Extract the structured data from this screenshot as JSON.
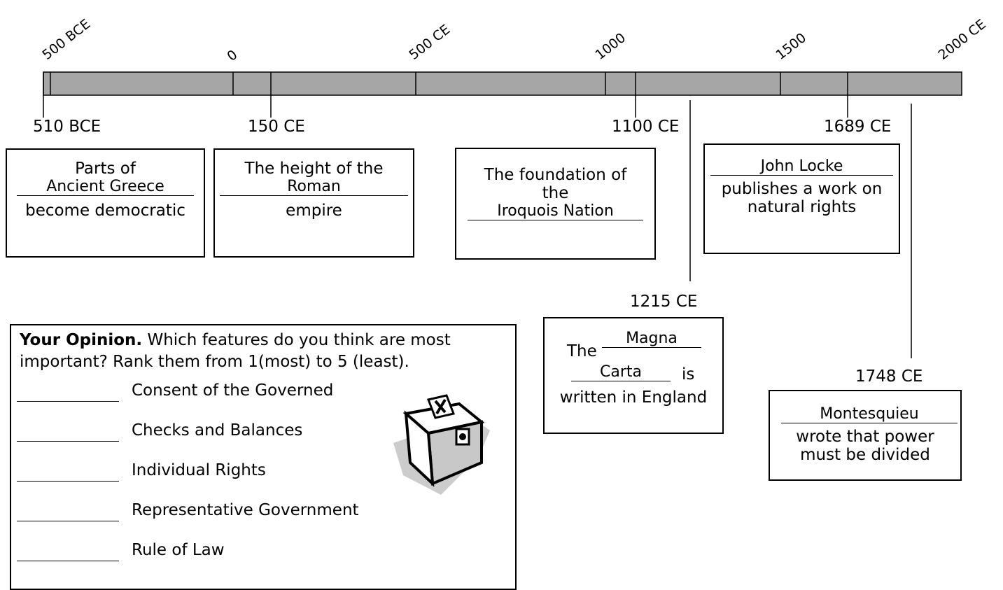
{
  "timeline": {
    "axis_labels": [
      "500 BCE",
      "0",
      "500 CE",
      "1000",
      "1500",
      "2000 CE"
    ],
    "dates": {
      "d510": "510 BCE",
      "d150": "150 CE",
      "d1100": "1100 CE",
      "d1689": "1689 CE",
      "d1215": "1215 CE",
      "d1748": "1748 CE"
    }
  },
  "events": {
    "greece": {
      "top": "Parts of",
      "answer": "Ancient Greece",
      "bottom": "become democratic"
    },
    "rome": {
      "top": "The height of the",
      "answer": "Roman",
      "bottom": "empire"
    },
    "iroquois": {
      "top1": "The foundation of",
      "top2": "the",
      "answer": "Iroquois Nation"
    },
    "locke": {
      "answer": "John Locke",
      "line1": "publishes a work on",
      "line2": "natural rights"
    },
    "magna": {
      "the": "The",
      "answer1": "Magna",
      "answer2": "Carta",
      "is": "is",
      "line3": "written in England"
    },
    "montesquieu": {
      "answer": "Montesquieu",
      "line1": "wrote that power",
      "line2": "must be divided"
    }
  },
  "opinion": {
    "heading": "Your Opinion.",
    "prompt_rest": " Which features do you think are most",
    "prompt_line2": "important?  Rank them from 1(most) to 5 (least).",
    "items": [
      "Consent of the Governed",
      "Checks and Balances",
      "Individual Rights",
      "Representative Government",
      "Rule of Law"
    ],
    "icon": "ballot-box-icon"
  }
}
